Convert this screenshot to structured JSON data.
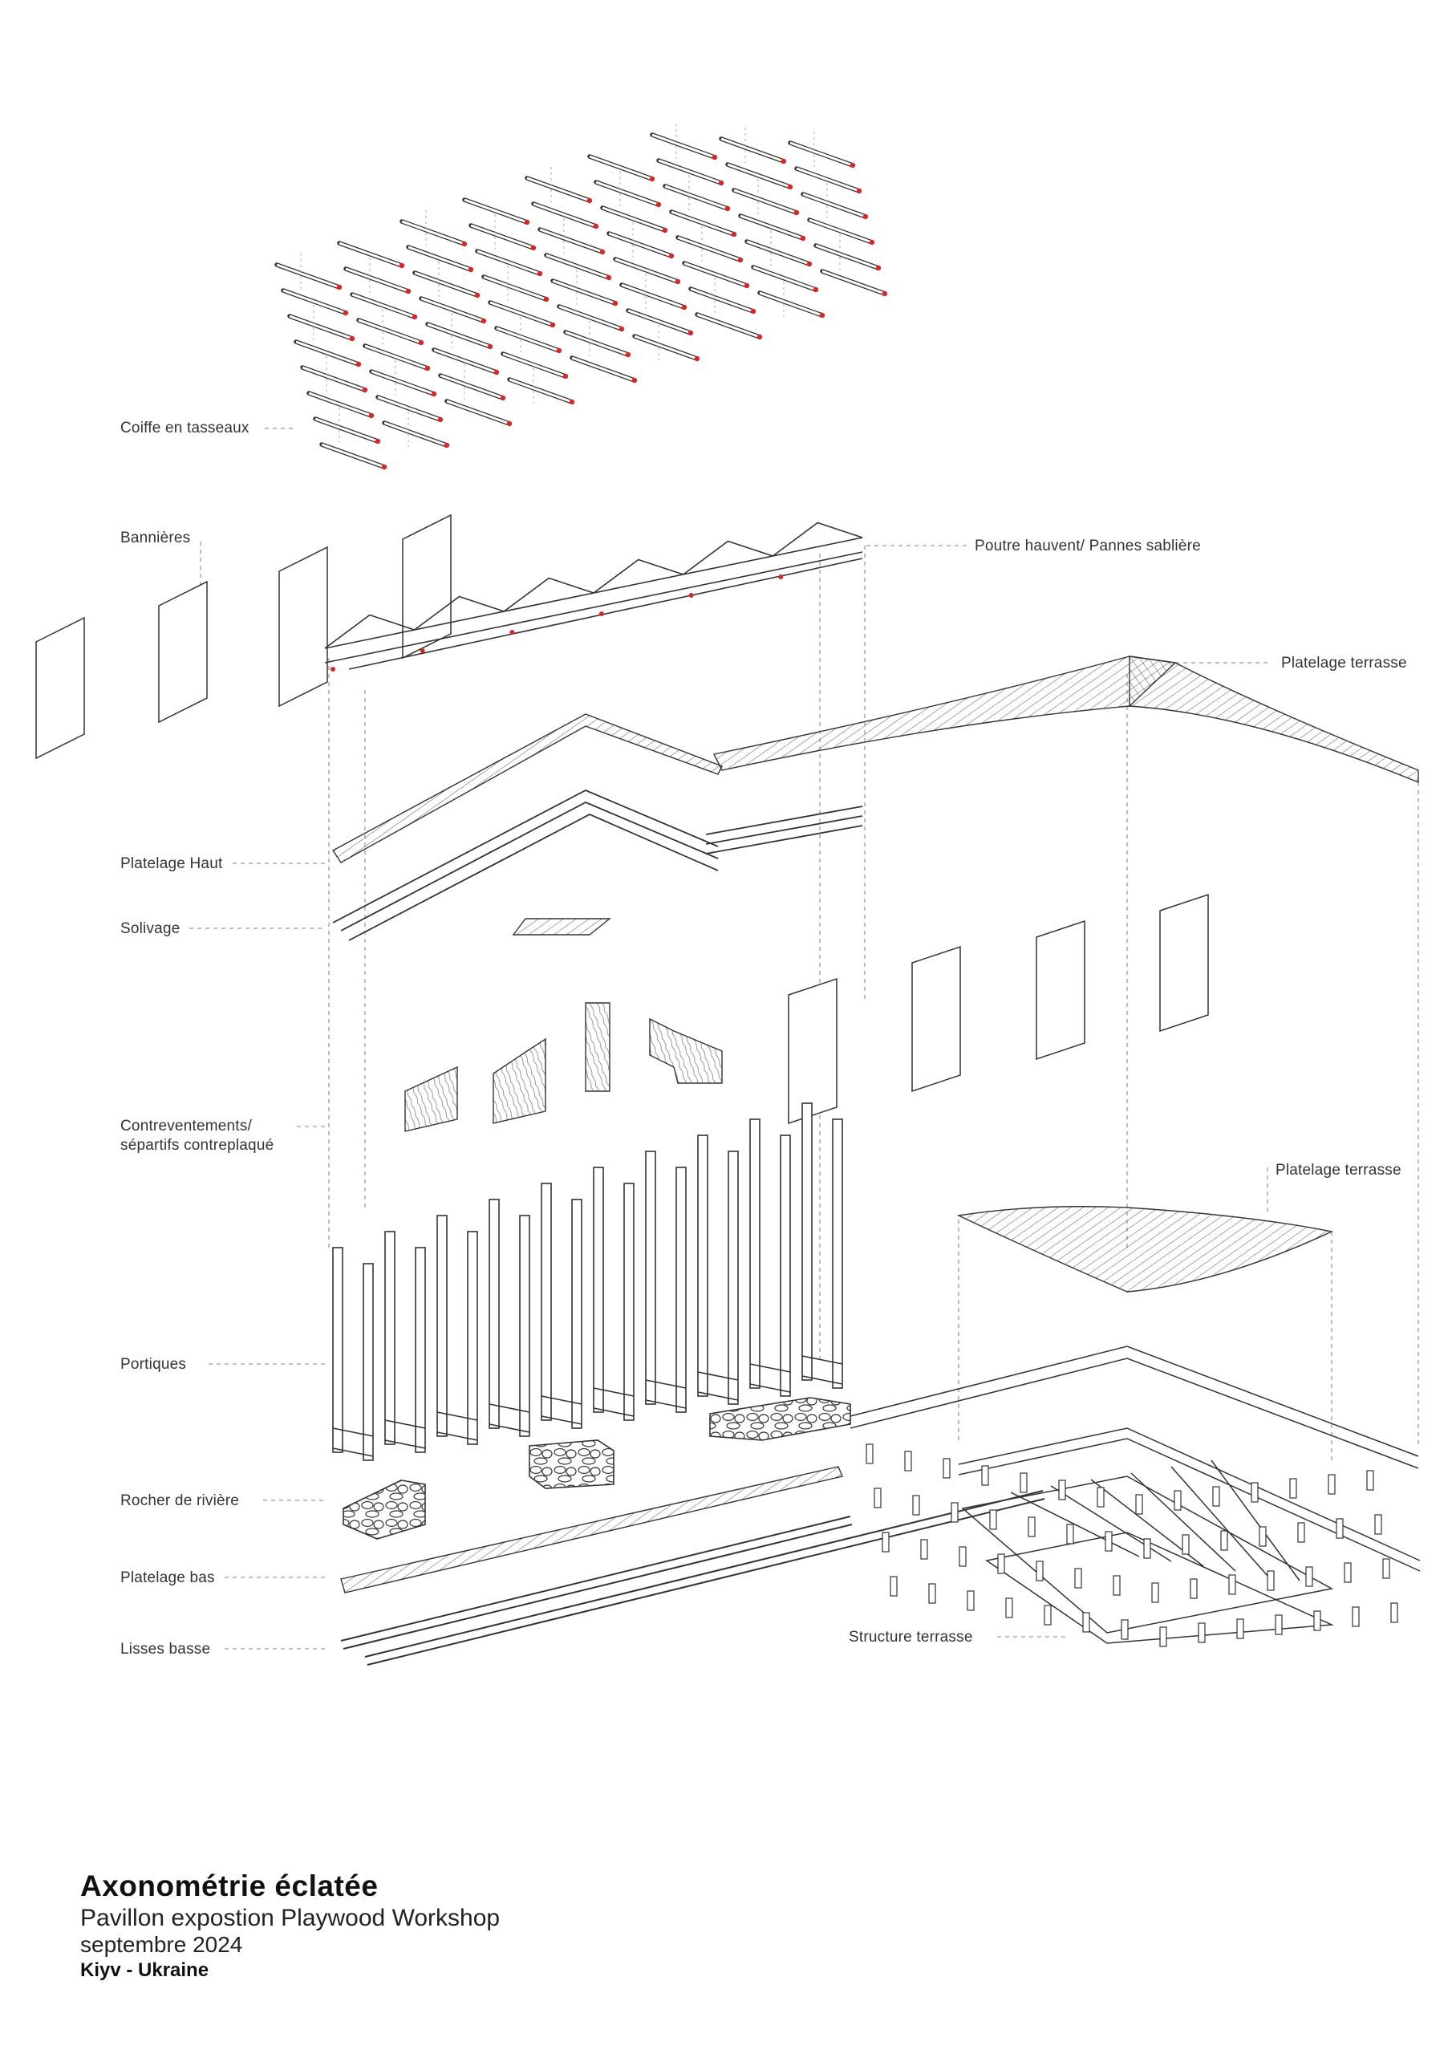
{
  "labels": {
    "coiffe": "Coiffe en tasseaux",
    "bannieres": "Bannières",
    "poutre": "Poutre hauvent/ Pannes sablière",
    "platelage_terrasse_haut": "Platelage terrasse",
    "platelage_haut": "Platelage Haut",
    "solivage": "Solivage",
    "contreventements": "Contreventements/ sépartifs contreplaqué",
    "platelage_terrasse_bas": "Platelage terrasse",
    "portiques": "Portiques",
    "rocher": "Rocher de rivière",
    "platelage_bas": "Platelage bas",
    "lisses": "Lisses basse",
    "structure_terrasse": "Structure terrasse"
  },
  "title_block": {
    "title": "Axonométrie éclatée",
    "subtitle": "Pavillon expostion Playwood Workshop",
    "date": "septembre 2024",
    "location": "Kiyv - Ukraine"
  },
  "colors": {
    "line": "#2b2b2b",
    "dash": "#9a9a9a",
    "accent": "#d62828"
  }
}
